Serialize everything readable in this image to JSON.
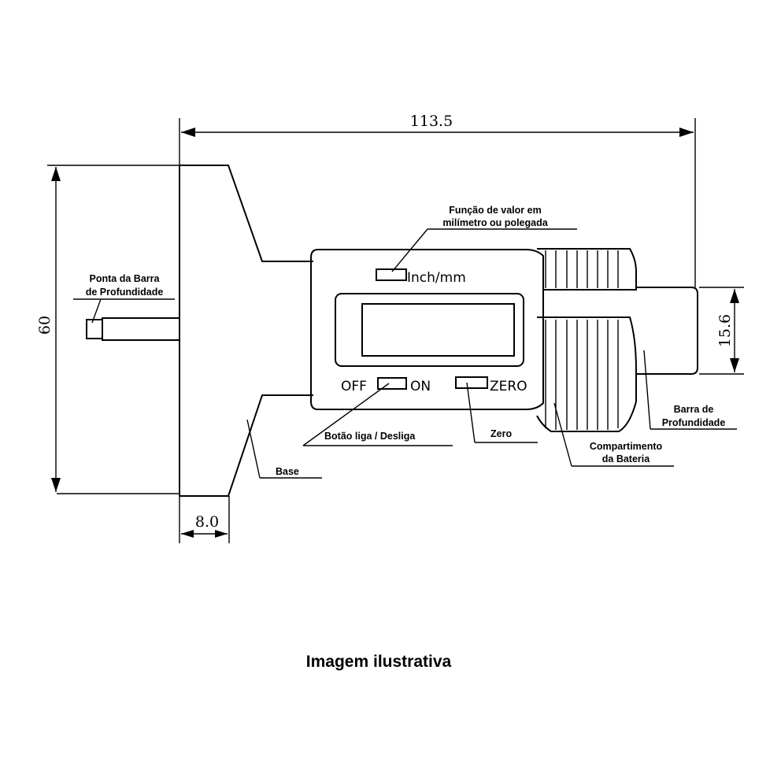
{
  "dimensions": {
    "total_length": "113.5",
    "height": "60",
    "base_thickness": "8.0",
    "rod_diameter": "15.6"
  },
  "device_text": {
    "unit_button": "Inch/mm",
    "off": "OFF",
    "on": "ON",
    "zero": "ZERO"
  },
  "labels": {
    "unit_function": [
      "Função de valor em",
      "milímetro ou polegada"
    ],
    "probe_tip": [
      "Ponta da Barra",
      "de Profundidade"
    ],
    "power_button": "Botão liga / Desliga",
    "zero_button": "Zero",
    "base": "Base",
    "battery": [
      "Compartimento",
      "da Bateria"
    ],
    "depth_rod": [
      "Barra de",
      "Profundidade"
    ]
  },
  "caption": "Imagem ilustrativa"
}
